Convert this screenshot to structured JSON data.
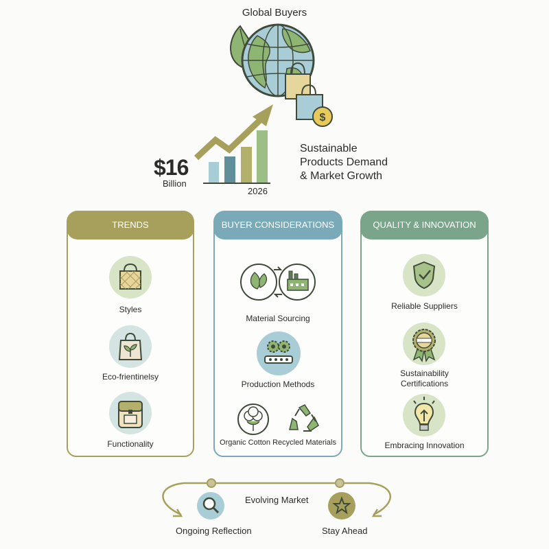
{
  "header": {
    "global_buyers": "Global Buyers",
    "market_value": "$16",
    "market_unit": "Billion",
    "year": "2026",
    "growth_line1": "Sustainable",
    "growth_line2": "Products Demand",
    "growth_line3": "& Market Growth"
  },
  "panels": [
    {
      "title": "TRENDS",
      "color": "#a7a05d",
      "items": [
        "Styles",
        "Eco-frientinelsy",
        "Functionality"
      ]
    },
    {
      "title": "BUYER CONSIDERATIONS",
      "color": "#7aaab8",
      "items": [
        "Material Sourcing",
        "Production Methods",
        "Organic Cotton",
        "Recycled Materials"
      ]
    },
    {
      "title": "QUALITY & INNOVATION",
      "color": "#7ba58a",
      "items": [
        "Reliable Suppliers",
        "Sustainability",
        "Certifications",
        "Embracing Innovation"
      ]
    }
  ],
  "footer": {
    "evolving": "Evolving Market",
    "reflection": "Ongoing Reflection",
    "stay_ahead": "Stay Ahead"
  },
  "colors": {
    "olive": "#a7a05d",
    "teal": "#7aaab8",
    "green": "#7ba58a",
    "bar_light": "#a9cdd6",
    "bar_dark": "#5f8f9a",
    "bar_olive": "#b2b06a",
    "bar_green": "#9cbf86"
  }
}
